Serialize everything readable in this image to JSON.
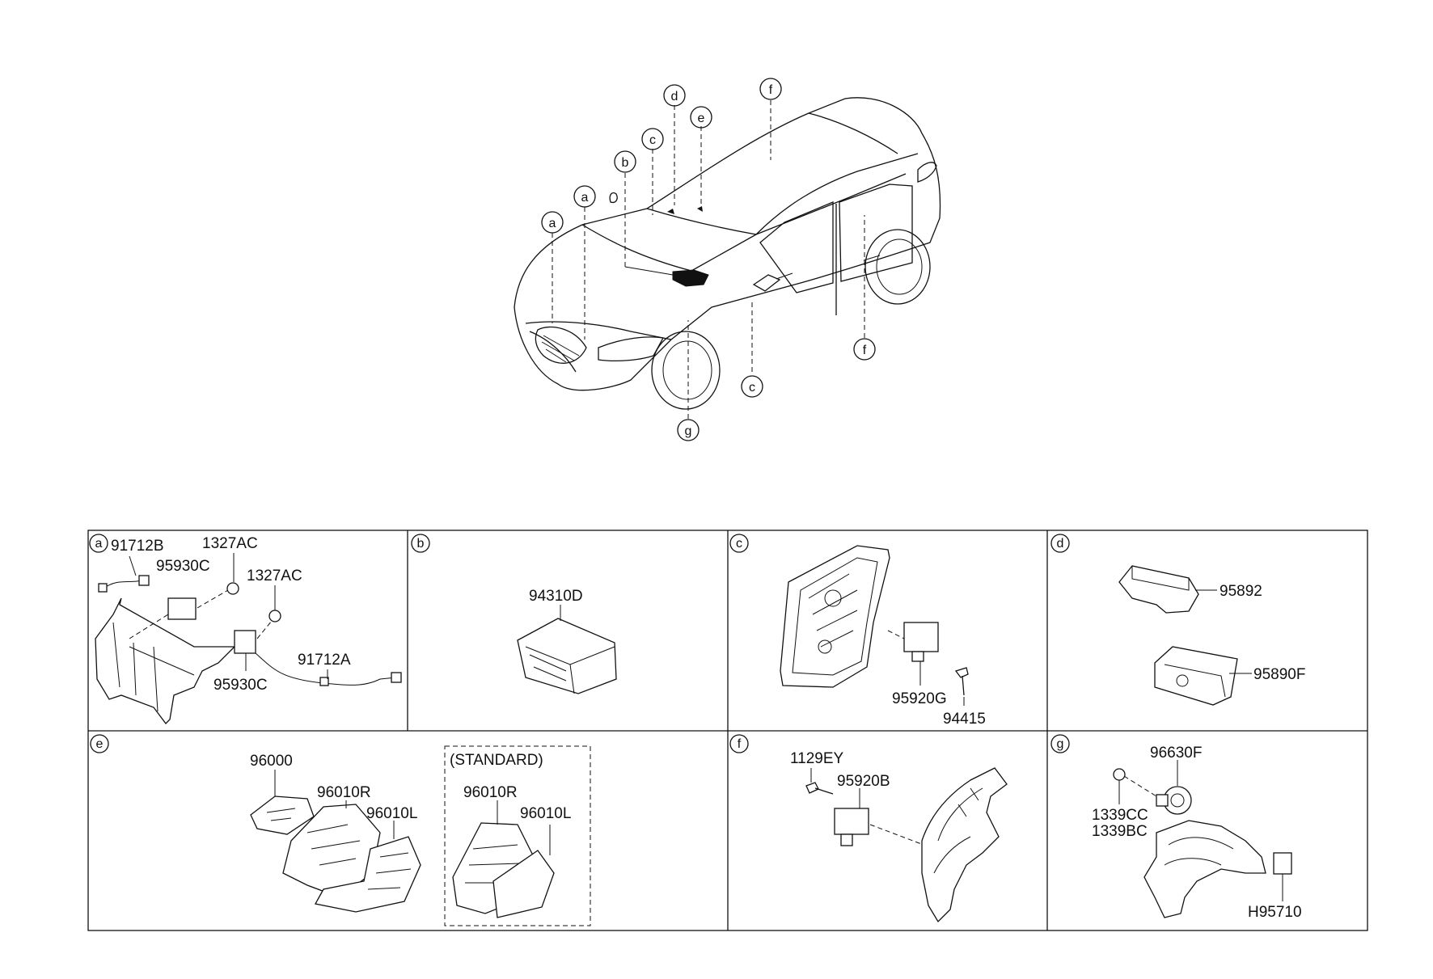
{
  "callout_letters": {
    "a": "a",
    "b": "b",
    "c": "c",
    "d": "d",
    "e": "e",
    "f": "f",
    "g": "g"
  },
  "panels": {
    "a": {
      "tag": "a",
      "parts": [
        "91712B",
        "1327AC",
        "95930C",
        "1327AC",
        "91712A",
        "95930C"
      ]
    },
    "b": {
      "tag": "b",
      "parts": [
        "94310D"
      ]
    },
    "c": {
      "tag": "c",
      "parts": [
        "95920G",
        "94415"
      ]
    },
    "d": {
      "tag": "d",
      "parts": [
        "95892",
        "95890F"
      ]
    },
    "e": {
      "tag": "e",
      "parts": [
        "96000",
        "96010R",
        "96010L"
      ],
      "variant_label": "(STANDARD)",
      "variant_parts": [
        "96010R",
        "96010L"
      ]
    },
    "f": {
      "tag": "f",
      "parts": [
        "1129EY",
        "95920B"
      ]
    },
    "g": {
      "tag": "g",
      "parts": [
        "96630F",
        "1339CC",
        "1339BC",
        "H95710"
      ]
    }
  }
}
